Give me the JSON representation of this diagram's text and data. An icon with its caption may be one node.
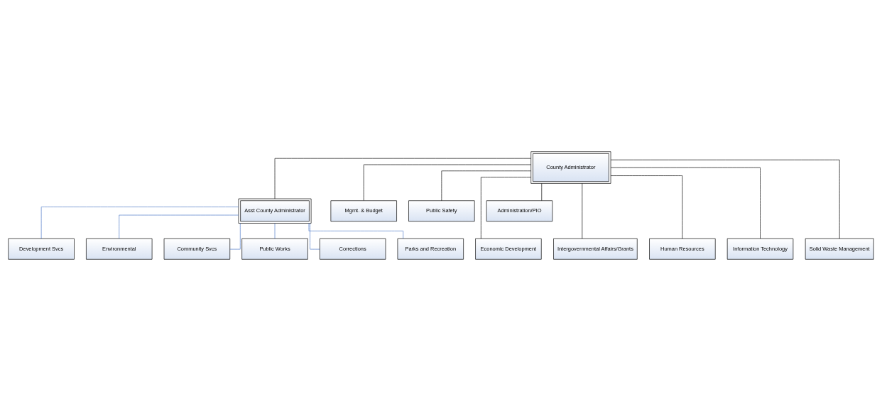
{
  "diagram": {
    "nodes": [
      {
        "text": [
          "County Administrator"
        ]
      },
      {
        "text": [
          "Asst County Administrator"
        ]
      },
      {
        "text": [
          "Mgmt. & Budget"
        ]
      },
      {
        "text": [
          "Public Safety"
        ]
      },
      {
        "text": [
          "Administration/PIO"
        ]
      },
      {
        "text": [
          "Development Svcs"
        ]
      },
      {
        "text": [
          "Environmental"
        ]
      },
      {
        "text": [
          "Community Svcs"
        ]
      },
      {
        "text": [
          "Public Works"
        ]
      },
      {
        "text": [
          "Corrections"
        ]
      },
      {
        "text": [
          "Parks and Recreation"
        ]
      },
      {
        "text": [
          "Economic Development"
        ]
      },
      {
        "text": [
          "Intergovernmental Affairs/Grants"
        ]
      },
      {
        "text": [
          "Human Resources"
        ]
      },
      {
        "text": [
          "Information Technology"
        ]
      },
      {
        "text": [
          "Solid Waste Management"
        ]
      }
    ],
    "edges": [
      {
        "from": 0,
        "to": 1,
        "arrow": "none"
      },
      {
        "from": 0,
        "to": 2,
        "arrow": "none"
      },
      {
        "from": 0,
        "to": 3,
        "arrow": "none"
      },
      {
        "from": 0,
        "to": 4,
        "arrow": "none"
      },
      {
        "from": 1,
        "to": 5,
        "arrow": "none",
        "color": "#4a76c6"
      },
      {
        "from": 1,
        "to": 6,
        "arrow": "none",
        "color": "#4a76c6"
      },
      {
        "from": 0,
        "to": 11,
        "arrow": "none"
      },
      {
        "from": 0,
        "to": 12,
        "arrow": "none"
      },
      {
        "from": 1,
        "to": 7,
        "arrow": "none",
        "color": "#4a76c6"
      },
      {
        "from": 1,
        "to": 8,
        "arrow": "none",
        "color": "#4a76c6"
      },
      {
        "from": 0,
        "to": 13,
        "arrow": "none"
      },
      {
        "from": 0,
        "to": 14,
        "arrow": "none"
      },
      {
        "from": 1,
        "to": 9,
        "arrow": "none",
        "color": "#4a76c6"
      },
      {
        "from": 1,
        "to": 10,
        "arrow": "none",
        "color": "#4a76c6"
      },
      {
        "from": 0,
        "to": 15,
        "arrow": "none"
      }
    ]
  }
}
